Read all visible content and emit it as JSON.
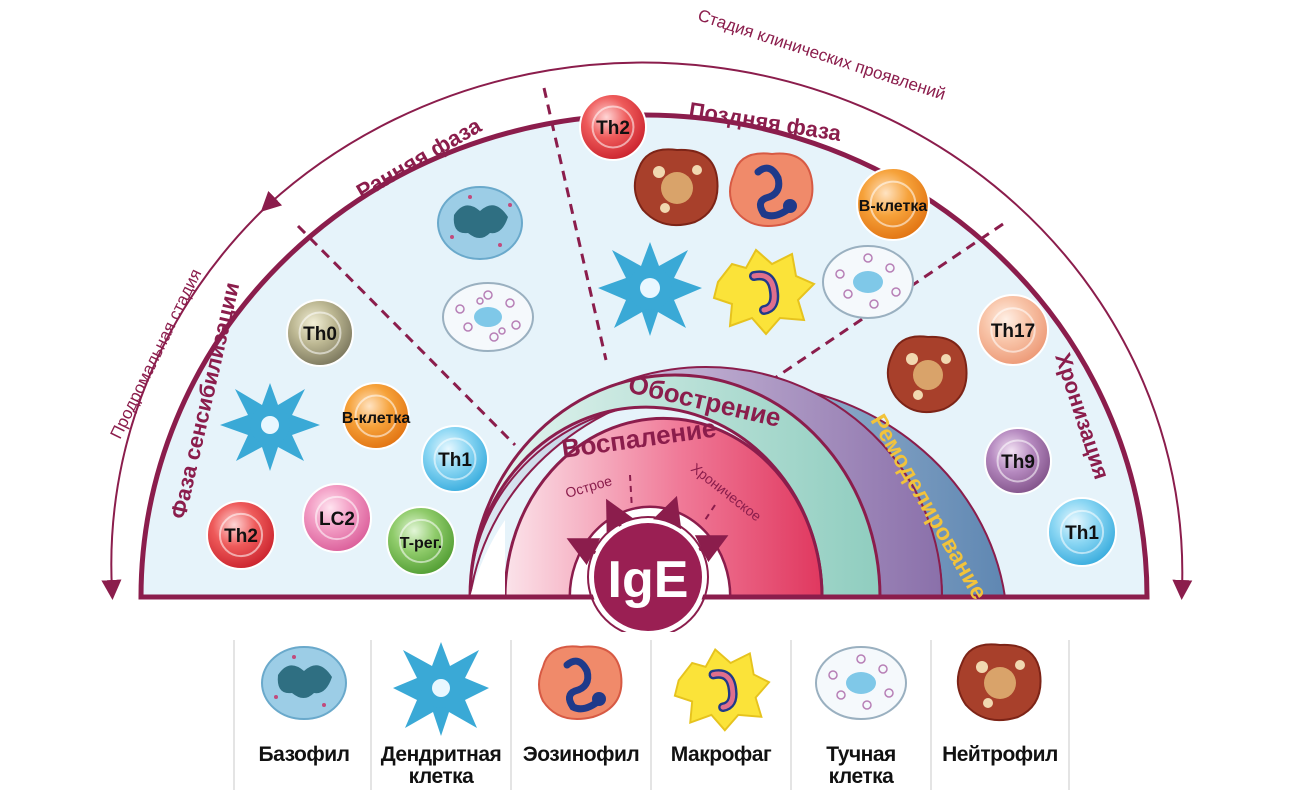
{
  "stages": {
    "prodromal": "Продромальная стадия",
    "clinical": "Стадия клинических проявлений"
  },
  "phases": {
    "sensitization": "Фаза сенсибилизации",
    "early": "Ранняя фаза",
    "late": "Поздняя фаза",
    "chronic": "Хронизация"
  },
  "bands": {
    "inflammation": "Воспаление",
    "acute": "Острое",
    "chronic_sub": "Хроническое",
    "exacerbation": "Обострение",
    "remodeling": "Ремоделирование"
  },
  "center": "IgE",
  "cell_labels": {
    "th0": "Th0",
    "b_left": "B-клетка",
    "th1_left": "Th1",
    "th2_left": "Th2",
    "lc2": "LC2",
    "treg": "T-рег.",
    "th2_top": "Th2",
    "b_right": "B-клетка",
    "th17": "Th17",
    "th9": "Th9",
    "th1_right": "Th1"
  },
  "legend": [
    {
      "label_1": "Базофил",
      "label_2": "",
      "icon": "basophil"
    },
    {
      "label_1": "Дендритная",
      "label_2": "клетка",
      "icon": "dendritic-cell"
    },
    {
      "label_1": "Эозинофил",
      "label_2": "",
      "icon": "eosinophil"
    },
    {
      "label_1": "Макрофаг",
      "label_2": "",
      "icon": "macrophage"
    },
    {
      "label_1": "Тучная",
      "label_2": "клетка",
      "icon": "mast-cell"
    },
    {
      "label_1": "Нейтрофил",
      "label_2": "",
      "icon": "neutrophil"
    }
  ],
  "colors": {
    "maroon": "#8b1d4c",
    "panel_bg": "#e6f3fa",
    "inflammation": "#e8436d",
    "exacerbation": "#9fd3c8",
    "remodeling_a": "#8a6aa6",
    "remodeling_b": "#5d86b0",
    "remodeling_text": "#f2c33b",
    "th_red": "#e23a3a",
    "th_olive": "#8e8a6e",
    "b_orange": "#f28a1c",
    "th1_blue": "#5cc3ea",
    "lc2_pink": "#ea7eb0",
    "treg_green": "#6cb44a",
    "th17_peach": "#f5b090",
    "th9_purple": "#9a6aa0"
  }
}
